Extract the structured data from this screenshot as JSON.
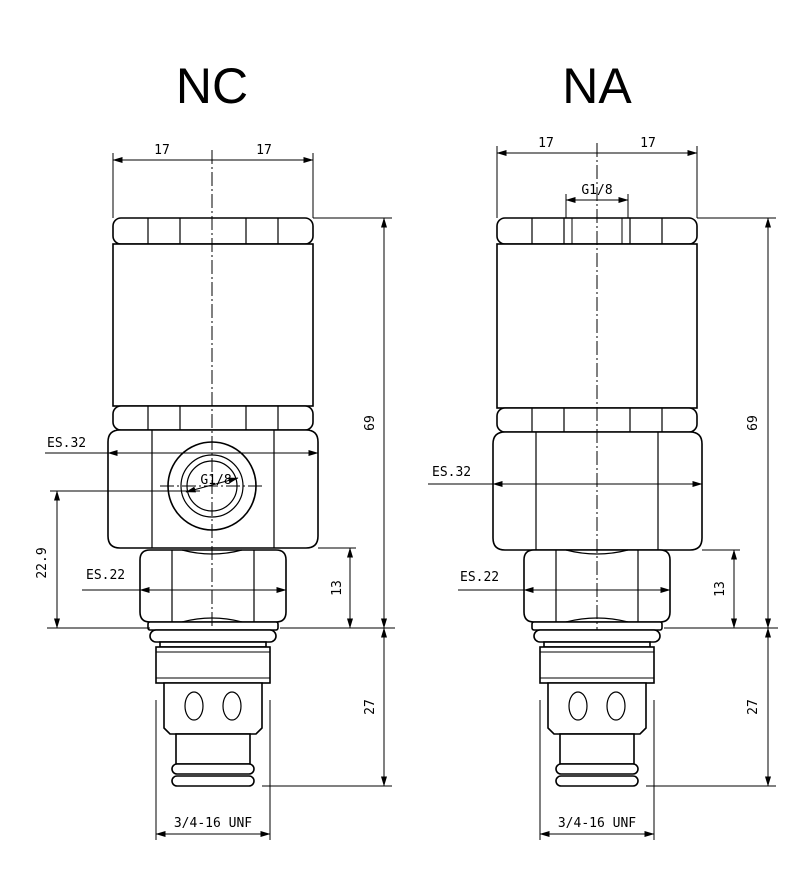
{
  "views": [
    {
      "key": "nc",
      "title": "NC",
      "dims": {
        "half_left": "17",
        "half_right": "17",
        "total_length": "69",
        "hex_large": "ES.32",
        "port": "G1/8",
        "port_height": "22.9",
        "hex_small": "ES.22",
        "hex_small_height": "13",
        "cartridge_length": "27",
        "thread": "3/4-16 UNF"
      }
    },
    {
      "key": "na",
      "title": "NA",
      "dims": {
        "half_left": "17",
        "half_right": "17",
        "port": "G1/8",
        "total_length": "69",
        "hex_large": "ES.32",
        "hex_small": "ES.22",
        "hex_small_height": "13",
        "cartridge_length": "27",
        "thread": "3/4-16 UNF"
      }
    }
  ]
}
